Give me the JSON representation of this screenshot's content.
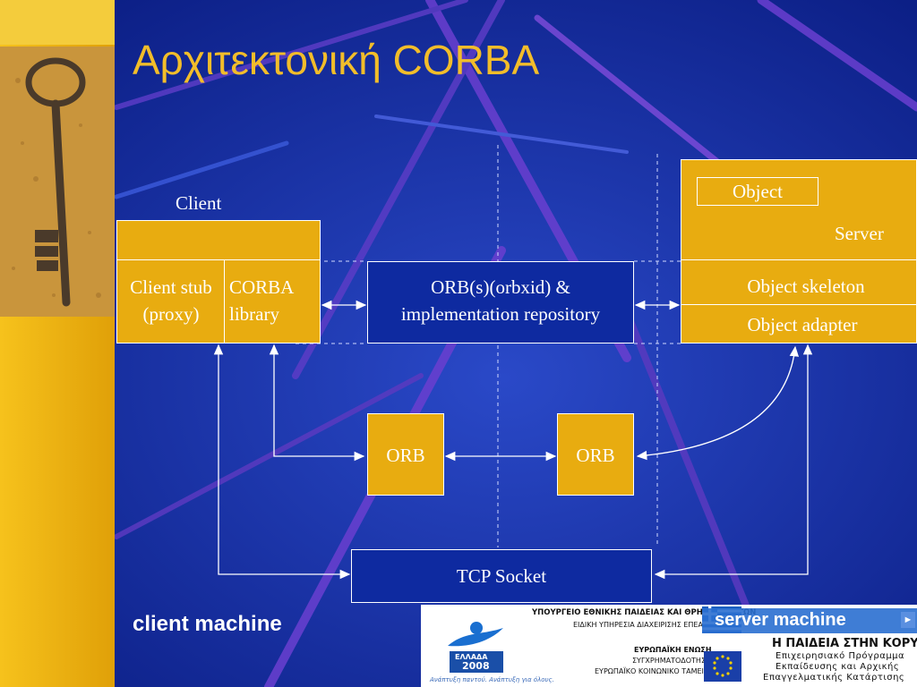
{
  "slide": {
    "title": "Αρχιτεκτονική CORBA"
  },
  "diagram": {
    "client_label": "Client",
    "client_stub_line1": "Client stub",
    "client_stub_line2": "(proxy)",
    "corba_library_line1": "CORBA",
    "corba_library_line2": "library",
    "orb_repo_line1": "ORB(s)(orbxid) &",
    "orb_repo_line2": "implementation repository",
    "object_label": "Object",
    "server_label": "Server",
    "object_skeleton": "Object skeleton",
    "object_adapter": "Object adapter",
    "orb_left": "ORB",
    "orb_right": "ORB",
    "tcp_socket": "TCP Socket"
  },
  "labels": {
    "client_machine": "client machine",
    "server_machine": "server machine"
  },
  "footer": {
    "ministry": "ΥΠΟΥΡΓΕΙΟ ΕΘΝΙΚΗΣ ΠΑΙΔΕΙΑΣ ΚΑΙ ΘΡΗΣΚΕΥΜΑΤΩΝ",
    "service": "ΕΙΔΙΚΗ ΥΠΗΡΕΣΙΑ ΔΙΑΧΕΙΡΙΣΗΣ ΕΠΕΑΕΚ",
    "eu": "ΕΥΡΩΠΑΪΚΗ ΕΝΩΣΗ",
    "cofunding": "ΣΥΓΧΡΗΜΑΤΟΔΟΤΗΣΗ",
    "esf": "ΕΥΡΩΠΑΪΚΟ ΚΟΙΝΩΝΙΚΟ ΤΑΜΕΙΟ",
    "slogan": "Η ΠΑΙΔΕΙΑ ΣΤΗΝ ΚΟΡΥΦΗ",
    "program_line1": "Επιχειρησιακό Πρόγραμμα",
    "program_line2": "Εκπαίδευσης και Αρχικής",
    "program_line3": "Επαγγελματικής Κατάρτισης",
    "logo_country": "ΕΛΛΑΔΑ",
    "logo_year": "2008",
    "logo_tagline": "Ανάπτυξη παντού. Ανάπτυξη για όλους."
  }
}
